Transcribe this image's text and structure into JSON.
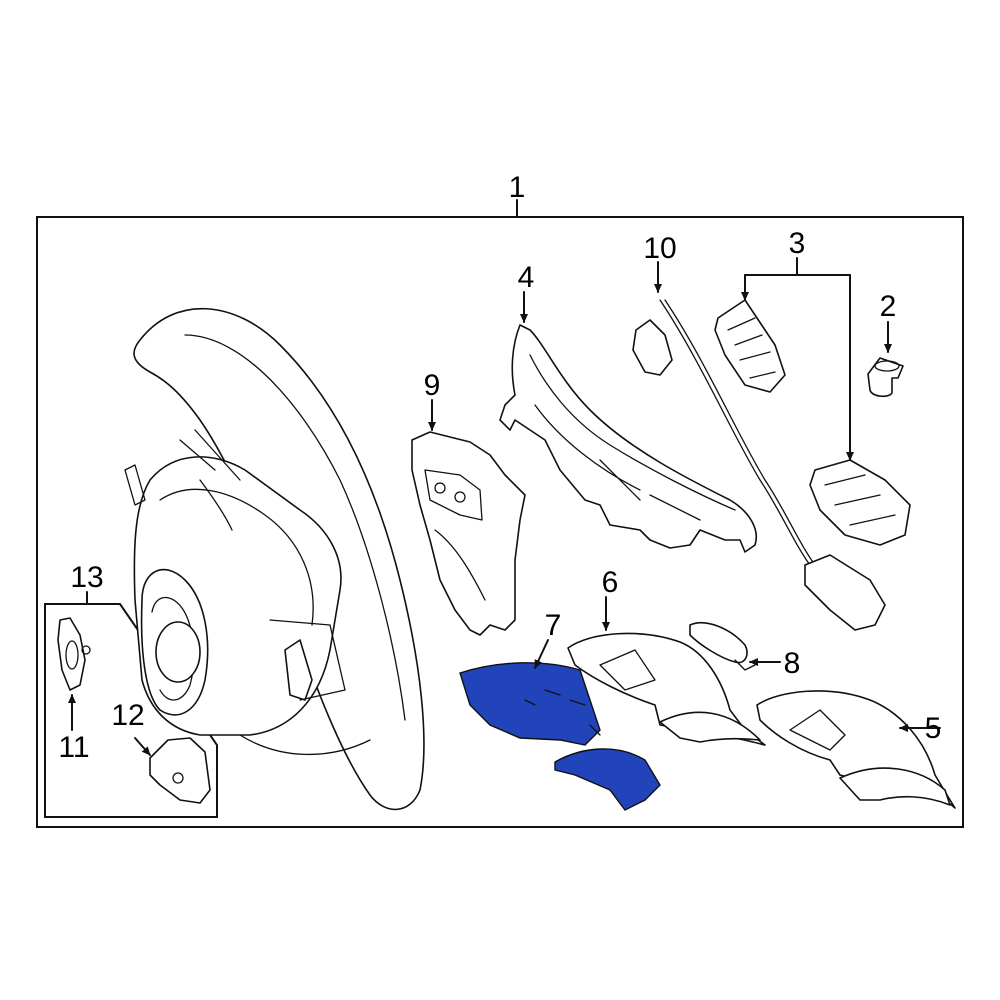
{
  "diagram": {
    "highlight_color": "#2244bb",
    "callouts": [
      {
        "id": "1",
        "label": "1"
      },
      {
        "id": "2",
        "label": "2"
      },
      {
        "id": "3",
        "label": "3"
      },
      {
        "id": "4",
        "label": "4"
      },
      {
        "id": "5",
        "label": "5"
      },
      {
        "id": "6",
        "label": "6"
      },
      {
        "id": "7",
        "label": "7"
      },
      {
        "id": "8",
        "label": "8"
      },
      {
        "id": "9",
        "label": "9"
      },
      {
        "id": "10",
        "label": "10"
      },
      {
        "id": "11",
        "label": "11"
      },
      {
        "id": "12",
        "label": "12"
      },
      {
        "id": "13",
        "label": "13"
      }
    ],
    "highlighted_part": "7"
  }
}
